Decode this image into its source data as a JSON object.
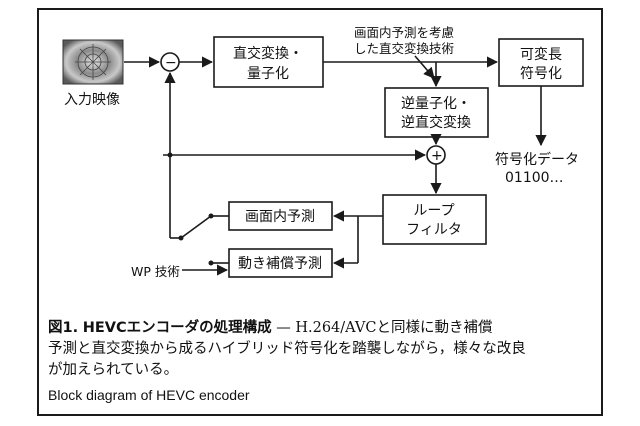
{
  "diagram": {
    "input_label": "入力映像",
    "transform_quant": [
      "直交変換・",
      "量子化"
    ],
    "intra_transform_note": [
      "画面内予測を考慮",
      "した直交変換技術"
    ],
    "vlc": [
      "可変長",
      "符号化"
    ],
    "inverse": [
      "逆量子化・",
      "逆直交変換"
    ],
    "coded_data": [
      "符号化データ",
      "01100…"
    ],
    "loop_filter": [
      "ループ",
      "フィルタ"
    ],
    "intra_pred": "画面内予測",
    "motion_comp": "動き補償予測",
    "wp": "WP 技術",
    "minus_sign": "−",
    "plus_sign": "+"
  },
  "caption": {
    "fig_no": "図1.",
    "title": "HEVCエンコーダの処理構成",
    "line1_rest": " — H.264/AVCと同様に動き補償",
    "line2": "予測と直交変換から成るハイブリッド符号化を踏襲しながら，様々な改良",
    "line3": "が加えられている。",
    "english": "Block diagram of HEVC encoder"
  }
}
